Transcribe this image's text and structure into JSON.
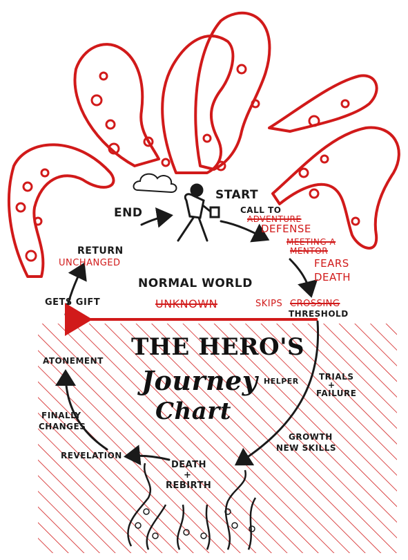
{
  "colors": {
    "ink": "#1a1a1a",
    "accent": "#d11a1a",
    "paper": "#ffffff"
  },
  "title": {
    "line1": "THE HERO'S",
    "line2": "Journey",
    "line3": "Chart"
  },
  "labels": {
    "start": "START",
    "end": "END",
    "call_to": "CALL TO",
    "adventure": "ADVENTURE",
    "defense": "DEFENSE",
    "meeting_a": "MEETING A",
    "mentor": "MENTOR",
    "fears": "FEARS",
    "death": "DEATH",
    "return": "RETURN",
    "unchanged": "UNCHANGED",
    "normal_world": "NORMAL WORLD",
    "unknown": "UNKNOWN",
    "gets_gift": "GETS GIFT",
    "skips": "SKIPS",
    "crossing": "CROSSING",
    "threshold": "THRESHOLD",
    "atonement": "ATONEMENT",
    "helper": "HELPER",
    "trials": "TRIALS",
    "plus": "+",
    "failure": "FAILURE",
    "finally": "FINALLY",
    "changes": "CHANGES",
    "growth": "GROWTH",
    "new_skills": "NEW SKILLS",
    "revelation": "REVELATION",
    "death_rebirth_1": "DEATH",
    "death_rebirth_2": "+",
    "death_rebirth_3": "REBIRTH"
  },
  "icons": [
    "cloud-icon",
    "hiker-icon",
    "tentacle-icon",
    "arrow-icon"
  ]
}
